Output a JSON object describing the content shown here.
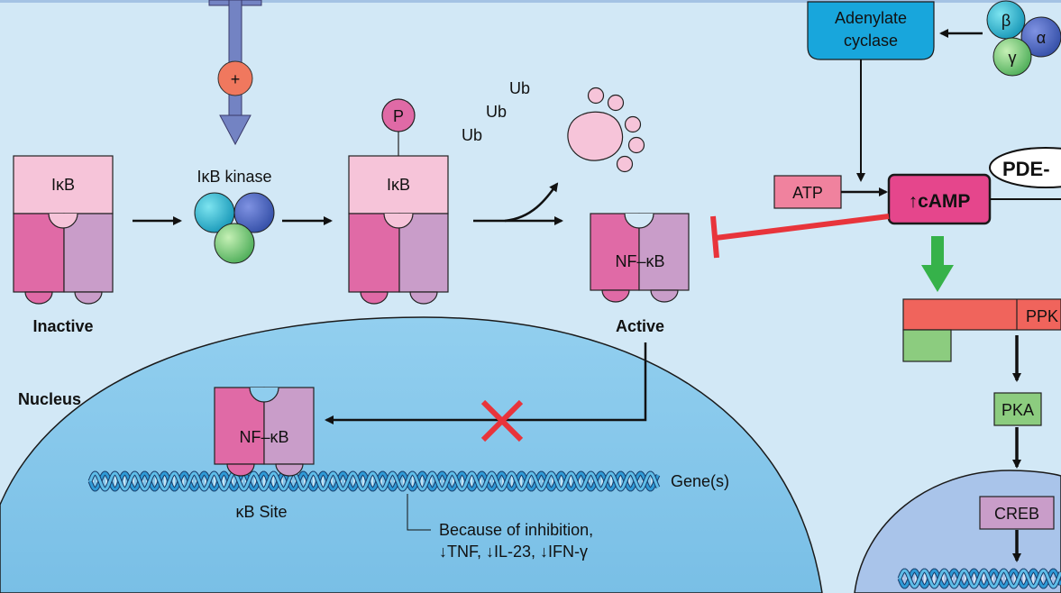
{
  "labels": {
    "adenylate_1": "Adenylate",
    "adenylate_2": "cyclase",
    "beta": "β",
    "alpha": "α",
    "gamma": "γ",
    "plus": "+",
    "ub1": "Ub",
    "ub2": "Ub",
    "ub3": "Ub",
    "phospho": "P",
    "ikb_1": "IκB",
    "ikb_2": "IκB",
    "ikb_kinase": "IκB kinase",
    "nfkb_active": "NF–κB",
    "nfkb_nucleus": "NF–κB",
    "inactive": "Inactive",
    "active": "Active",
    "atp": "ATP",
    "camp": "↑cAMP",
    "pde": "PDE-",
    "ppk": "PPK",
    "pka": "PKA",
    "creb": "CREB",
    "nucleus": "Nucleus",
    "genes": "Gene(s)",
    "kb_site": "κB Site",
    "inhibition_1": "Because of inhibition,",
    "inhibition_2": "↓TNF, ↓IL-23, ↓IFN-γ"
  },
  "colors": {
    "background": "#d2e8f6",
    "nucleus": "#8fcdee",
    "nucleus_right": "#a9c4ea",
    "ikb_cap": "#f6c4d9",
    "nfkb_left": "#e06aa6",
    "nfkb_right": "#c99dc9",
    "adenylate_cyclase": "#18a6dc",
    "camp_box": "#e5468c",
    "inhibit_line": "#e8343b",
    "activation_arrow": "#36b24a",
    "ppk_red": "#f0645c",
    "ppk_green": "#8ccc7f",
    "receptor": "#7383c3"
  }
}
